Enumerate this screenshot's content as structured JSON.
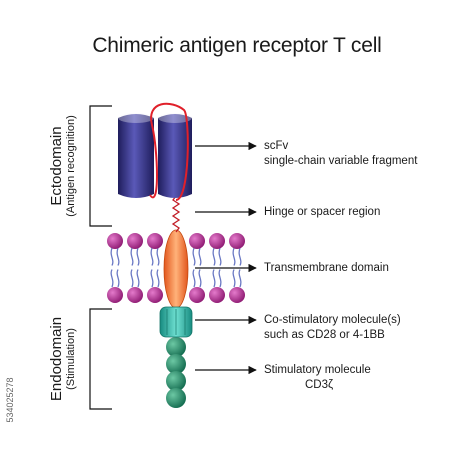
{
  "title": "Chimeric antigen receptor T cell",
  "ectodomain": {
    "title": "Ectodomain",
    "subtitle": "(Antigen recognition)"
  },
  "endodomain": {
    "title": "Endodomain",
    "subtitle": "(Stimulation)"
  },
  "labels": {
    "scfv": "scFv",
    "scfv_full": "single-chain variable fragment",
    "hinge": "Hinge or spacer region",
    "transmembrane": "Transmembrane domain",
    "costim_line1": "Co-stimulatory molecule(s)",
    "costim_line2": "such as CD28 or 4-1BB",
    "stim_line1": "Stimulatory molecule",
    "stim_line2": "CD3ζ"
  },
  "side_id": "534025278",
  "colors": {
    "scfv": "#2e2c82",
    "linker": "#e0202a",
    "membrane_head": "#b0258f",
    "transmembrane": "#f07c2a",
    "costim": "#2fb6a8",
    "cd3z": "#1f8a6a"
  }
}
